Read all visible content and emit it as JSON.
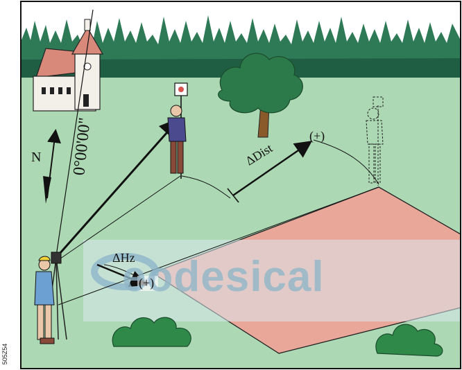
{
  "figure": {
    "side_code": "505Z54",
    "labels": {
      "north": "N",
      "angle": "0°00'00\"",
      "delta_dist": "ΔDist",
      "delta_hz": "ΔHz",
      "plus_top": "(+)",
      "plus_bottom": "(+)"
    },
    "watermark": "eodesical",
    "colors": {
      "sky": "#ffffff",
      "grass": "#acd9b3",
      "forest": "#2e7a57",
      "forest_dark": "#1f5e42",
      "plot_fill": "#e9a79a",
      "watermark_band": "#dbe8ee",
      "bush": "#2f8a4a",
      "tree_foliage": "#2c7a4a",
      "tree_trunk": "#8a5a2a",
      "church_roof": "#d8897a",
      "figure_shirt": "#6c9fd2",
      "staff_person_coat": "#4b4a8e"
    }
  }
}
